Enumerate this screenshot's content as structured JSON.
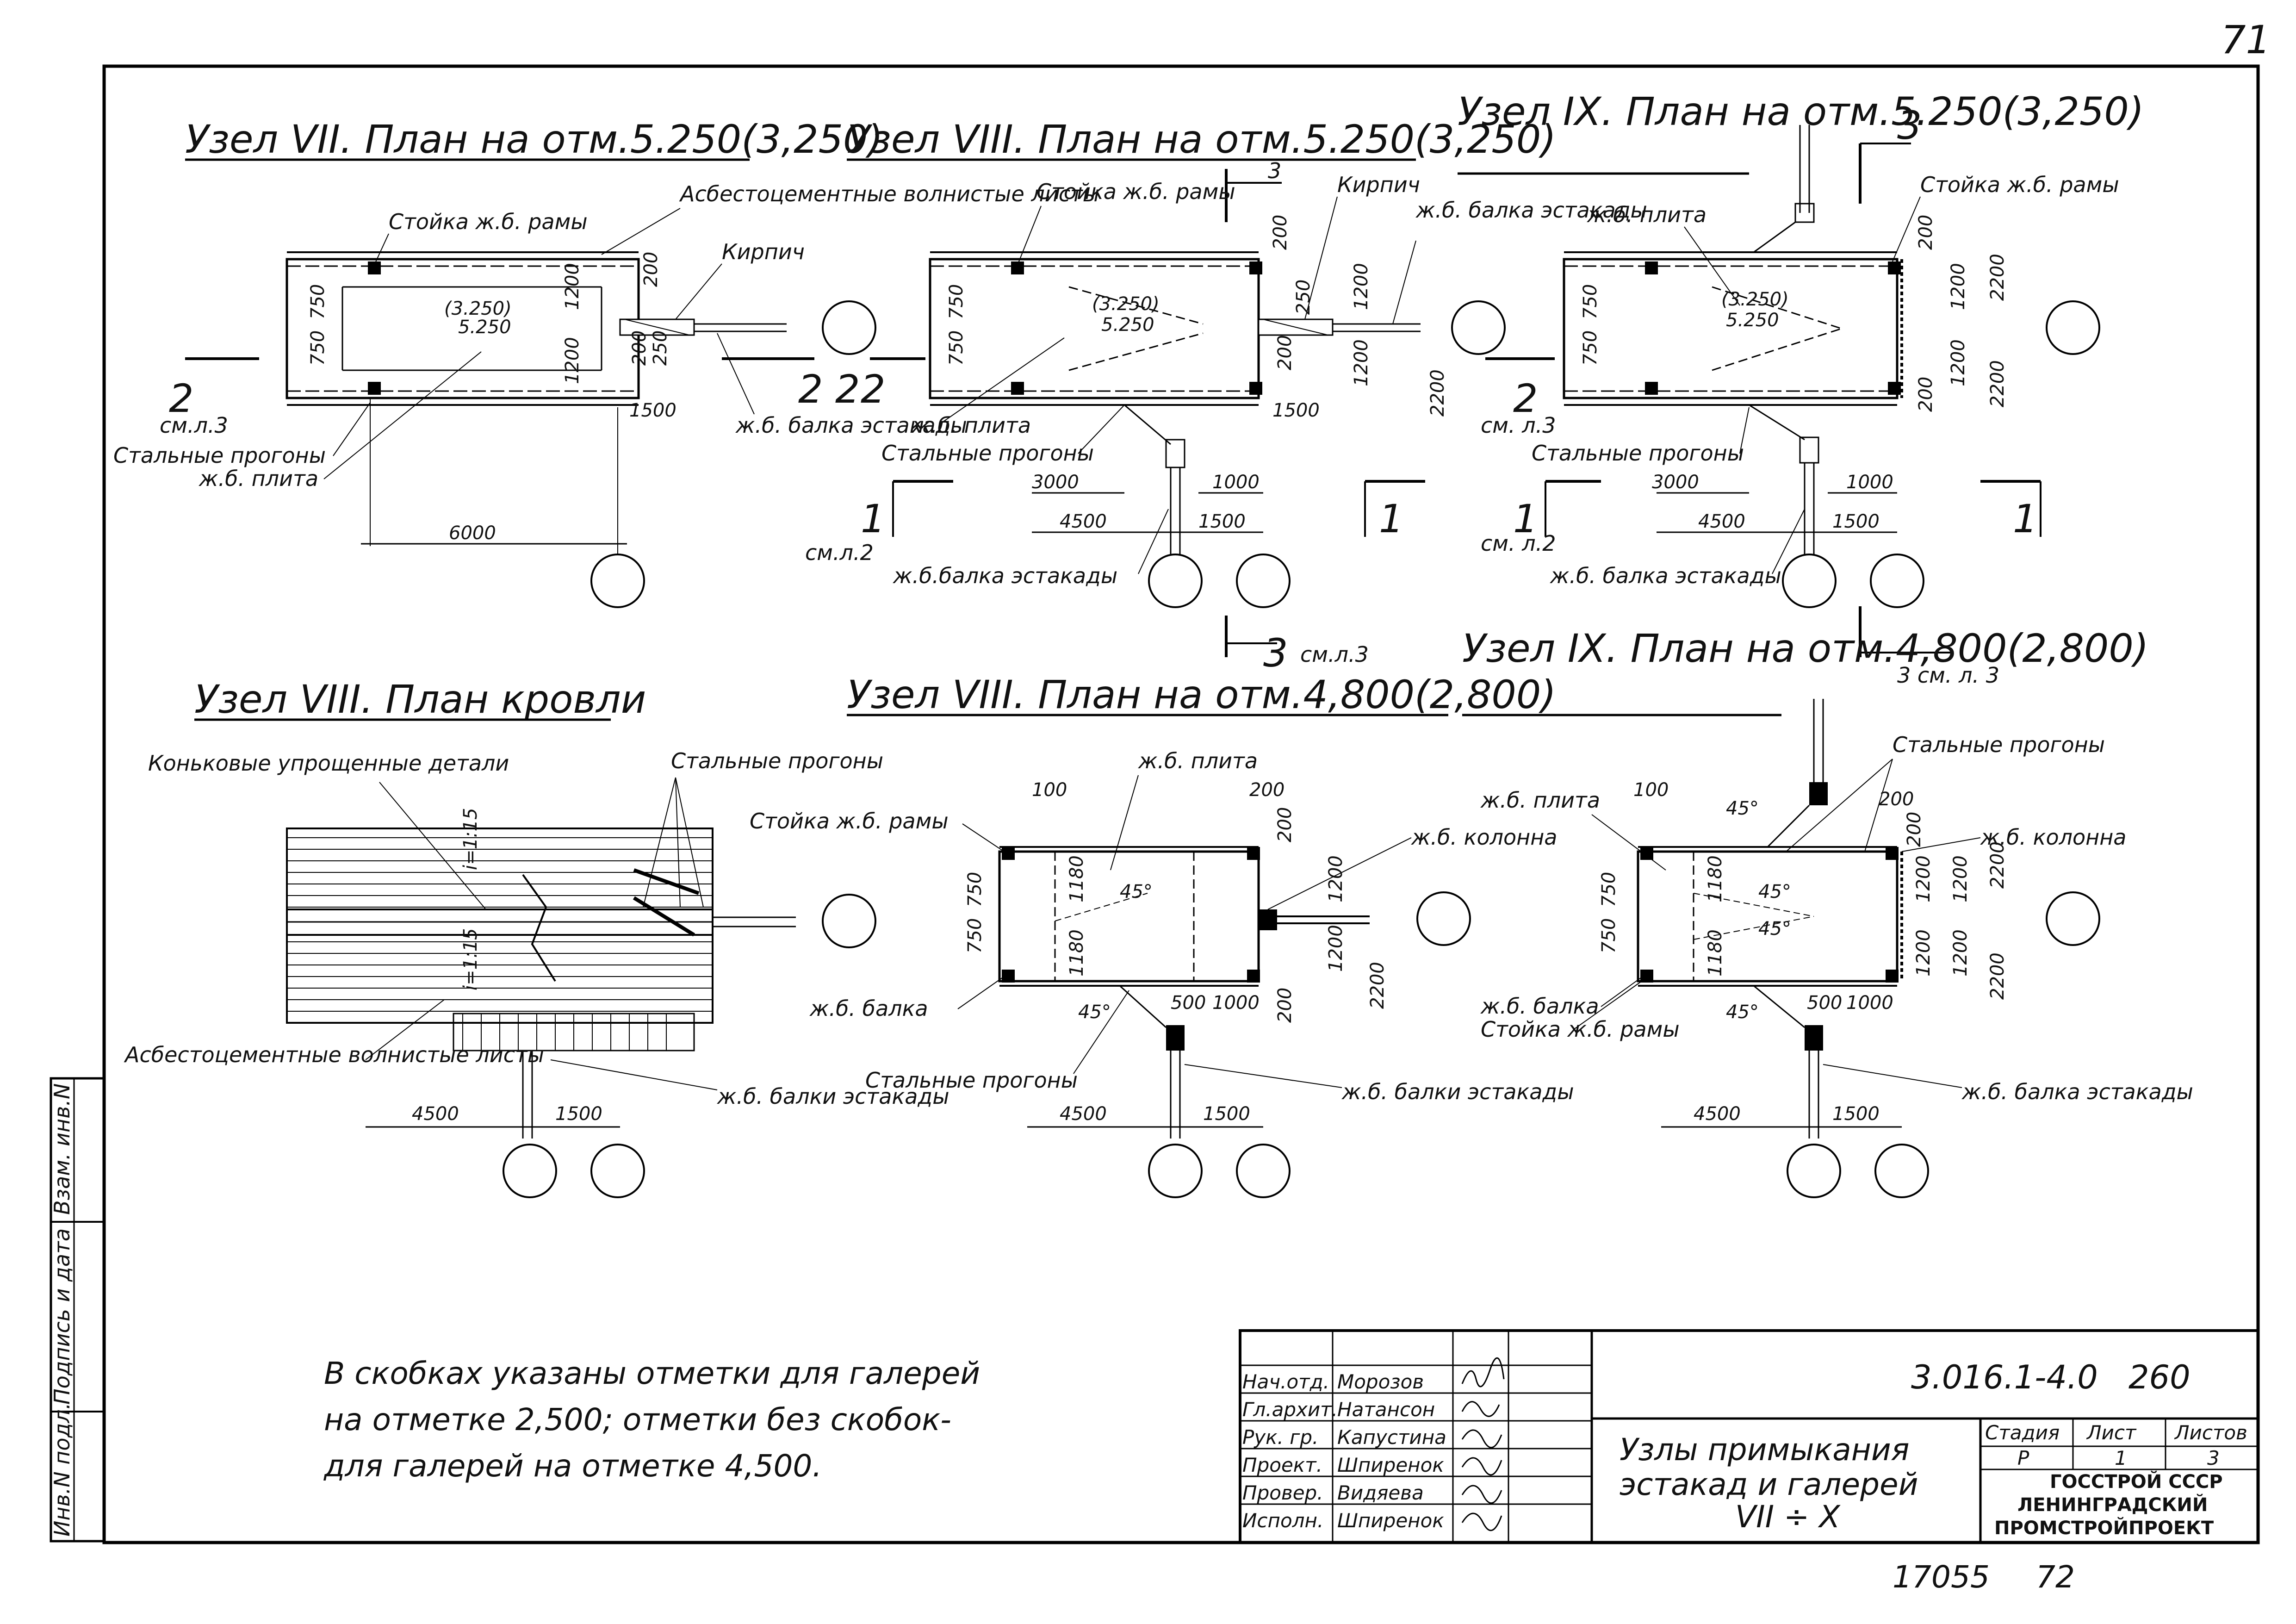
{
  "page_corner": "71",
  "nodes": [
    {
      "title": "Узел VII. План на отм.5.250(3,250)",
      "labels": {
        "post": "Стойка ж.б. рамы",
        "asbestos": "Асбестоцементные волнистые листы",
        "brick": "Кирпич",
        "purlins": "Стальные прогоны",
        "slab": "ж.б. плита",
        "beam": "ж.б. балка эстакады",
        "section_ref": "см.л.3",
        "elev_top": "(3.250)",
        "elev_bottom": "5.250"
      },
      "dims": [
        "750",
        "750",
        "1200",
        "1200",
        "200",
        "200",
        "250",
        "1500",
        "6000"
      ],
      "section_marks": [
        "2",
        "2",
        "2"
      ]
    },
    {
      "title": "Узел VIII. План на отм.5.250(3,250)",
      "labels": {
        "post": "Стойка ж.б. рамы",
        "brick": "Кирпич",
        "beam": "ж.б. балка эстакады",
        "slab": "ж.б. плита",
        "purlins": "Стальные прогоны",
        "beam_bottom": "ж.б.балка эстакады",
        "section_ref_1": "см.л.2",
        "section_ref_3": "см.л.3",
        "elev_top": "(3.250)",
        "elev_bottom": "5.250"
      },
      "dims": [
        "200",
        "750",
        "750",
        "250",
        "200",
        "1200",
        "1200",
        "2200",
        "1500",
        "3000",
        "1000",
        "4500",
        "1500"
      ],
      "section_marks": [
        "3",
        "1",
        "1",
        "2",
        "3"
      ]
    },
    {
      "title": "Узел IX. План на отм.5.250(3,250)",
      "labels": {
        "post": "Стойка ж.б. рамы",
        "slab": "ж.б. плита",
        "purlins": "Стальные прогоны",
        "beam_bottom": "ж.б. балка эстакады",
        "section_ref_1": "см. л.2",
        "section_ref_2": "см. л.3",
        "section_ref_3": "3 см. л. 3",
        "elev_top": "(3.250)",
        "elev_bottom": "5.250"
      },
      "dims": [
        "200",
        "750",
        "750",
        "200",
        "1200",
        "1200",
        "2200",
        "2200",
        "3000",
        "1000",
        "4500",
        "1500"
      ],
      "section_marks": [
        "3",
        "1",
        "1",
        "2",
        "3"
      ]
    },
    {
      "title": "Узел VIII. План кровли",
      "labels": {
        "ridge": "Коньковые упрощенные детали",
        "purlins": "Стальные прогоны",
        "asbestos": "Асбестоцементные волнистые листы",
        "beams": "ж.б. балки эстакады",
        "slope1": "i=1:15",
        "slope2": "i=1:15"
      },
      "dims": [
        "4500",
        "1500"
      ]
    },
    {
      "title": "Узел VIII. План на отм.4,800(2,800)",
      "labels": {
        "slab": "ж.б. плита",
        "post": "Стойка ж.б. рамы",
        "column": "ж.б. колонна",
        "beam": "ж.б. балка",
        "purlins": "Стальные прогоны",
        "beams": "ж.б. балки эстакады",
        "angle1": "45°",
        "angle2": "45°"
      },
      "dims": [
        "100",
        "200",
        "200",
        "750",
        "750",
        "1180",
        "1180",
        "1200",
        "1200",
        "2200",
        "200",
        "500",
        "1000",
        "4500",
        "1500"
      ]
    },
    {
      "title": "Узел IX. План на отм.4,800(2,800)",
      "labels": {
        "purlins": "Стальные прогоны",
        "slab": "ж.б. плита",
        "column": "ж.б. колонна",
        "beam": "ж.б. балка",
        "post": "Стойка ж.б. рамы",
        "beam_bottom": "ж.б. балка эстакады",
        "angle1": "45°",
        "angle2": "45°",
        "angle3": "45°",
        "angle4": "45°"
      },
      "dims": [
        "100",
        "200",
        "200",
        "750",
        "750",
        "1180",
        "1180",
        "1200",
        "1200",
        "1200",
        "1200",
        "2200",
        "2200",
        "500",
        "1000",
        "4500",
        "1500"
      ]
    }
  ],
  "note": {
    "line1": "В скобках указаны отметки для галерей",
    "line2": "на отметке 2,500; отметки без скобок-",
    "line3": "для галерей на отметке 4,500."
  },
  "side_stamp": {
    "inv_podl": "Инв.N подл.",
    "podpis": "Подпись и дата",
    "vzam": "Взам. инв.N"
  },
  "title_block": {
    "doc_code": "3.016.1-4.0",
    "sheet_code": "260",
    "drawing_title_1": "Узлы примыкания",
    "drawing_title_2": "эстакад и галерей",
    "drawing_title_3": "VII ÷ X",
    "stage_label": "Стадия",
    "sheet_label": "Лист",
    "sheets_label": "Листов",
    "stage": "Р",
    "sheet": "1",
    "sheets": "3",
    "org_1": "ГОССТРОЙ СССР",
    "org_2": "ЛЕНИНГРАДСКИЙ",
    "org_3": "ПРОМСТРОЙПРОЕКТ",
    "roles": [
      {
        "role": "Нач.отд.",
        "name": "Морозов"
      },
      {
        "role": "Гл.архит.",
        "name": "Натансон"
      },
      {
        "role": "Рук. гр.",
        "name": "Капустина"
      },
      {
        "role": "Проект.",
        "name": "Шпиренок"
      },
      {
        "role": "Провер.",
        "name": "Видяева"
      },
      {
        "role": "Исполн.",
        "name": "Шпиренок"
      }
    ]
  },
  "bottom_numbers": {
    "left": "17055",
    "right": "72"
  }
}
